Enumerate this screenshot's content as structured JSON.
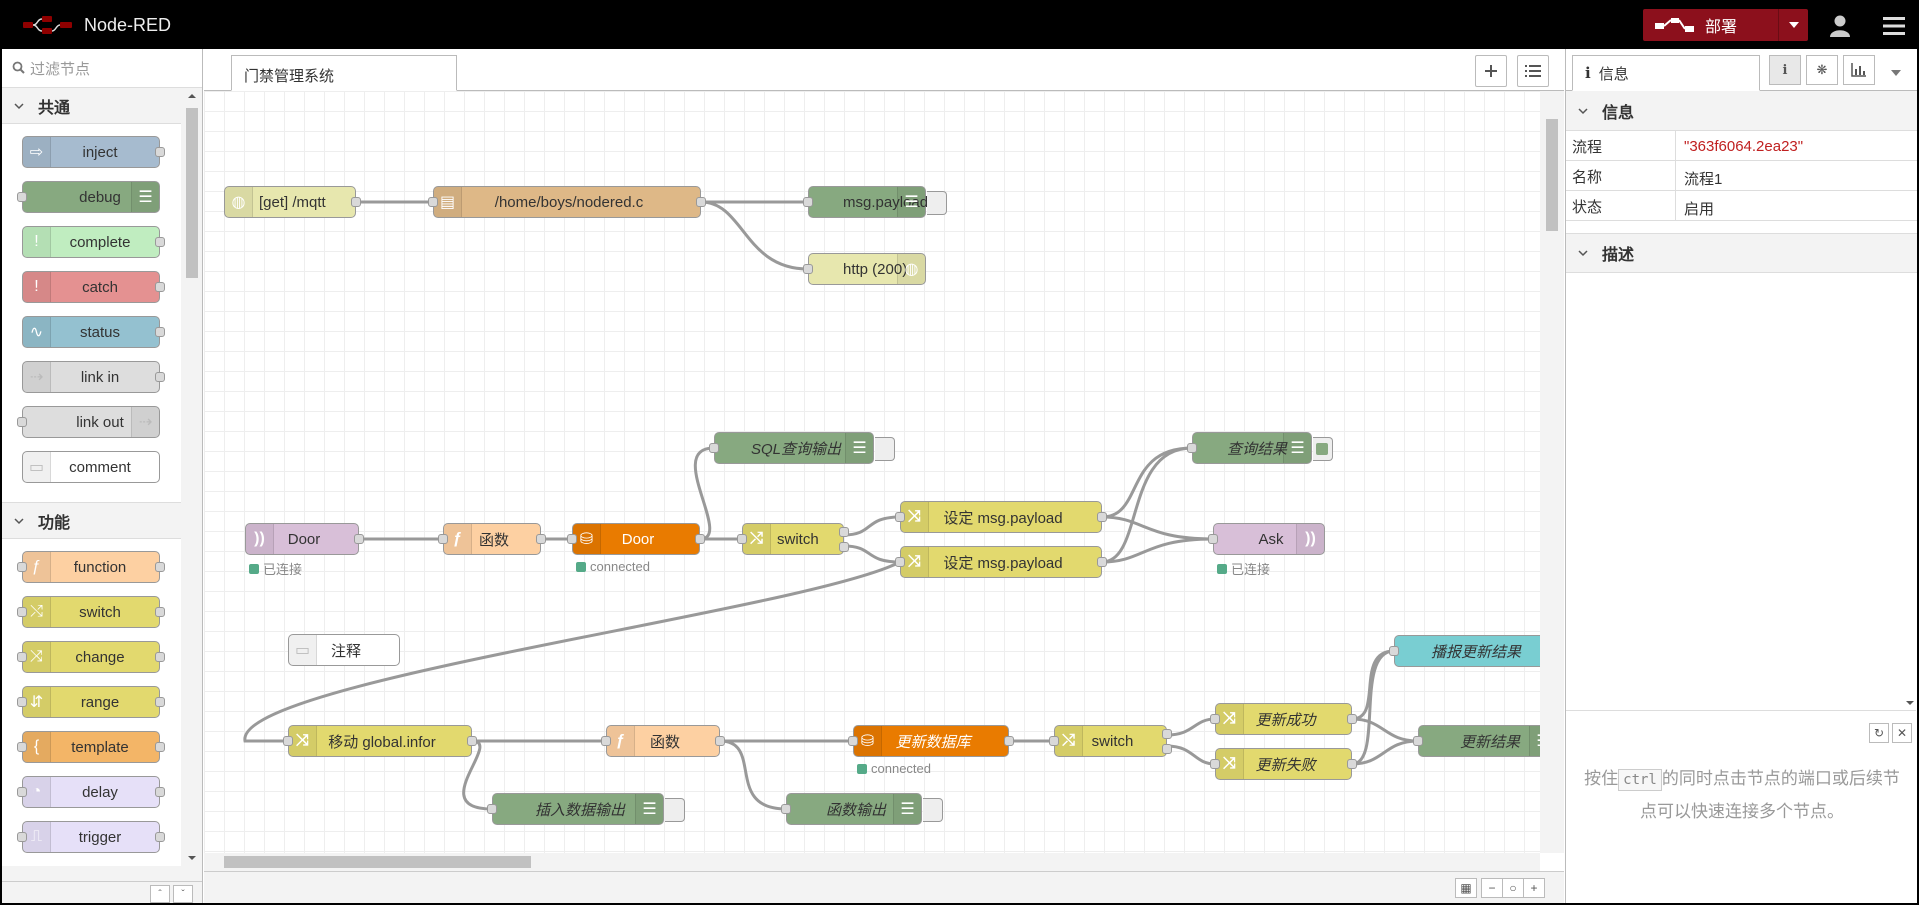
{
  "header": {
    "app_title": "Node-RED",
    "deploy_label": "部署"
  },
  "palette": {
    "search_placeholder": "过滤节点",
    "categories": [
      {
        "name": "共通",
        "nodes": [
          {
            "label": "inject",
            "color": "#a6bbcf",
            "icon": "arrow-in-icon",
            "side": "left"
          },
          {
            "label": "debug",
            "color": "#87a980",
            "icon": "list-icon",
            "side": "right"
          },
          {
            "label": "complete",
            "color": "#c0edc0",
            "icon": "exclaim-icon",
            "side": "left"
          },
          {
            "label": "catch",
            "color": "#e49191",
            "icon": "exclaim-icon",
            "side": "left"
          },
          {
            "label": "status",
            "color": "#94c1d0",
            "icon": "pulse-icon",
            "side": "left"
          },
          {
            "label": "link in",
            "color": "#dddddd",
            "icon": "link-icon",
            "side": "left"
          },
          {
            "label": "link out",
            "color": "#dddddd",
            "icon": "link-icon",
            "side": "right"
          },
          {
            "label": "comment",
            "color": "#ffffff",
            "icon": "comment-icon",
            "side": "left"
          }
        ]
      },
      {
        "name": "功能",
        "nodes": [
          {
            "label": "function",
            "color": "#fdd0a2",
            "icon": "function-icon",
            "side": "left"
          },
          {
            "label": "switch",
            "color": "#e2d96e",
            "icon": "switch-icon",
            "side": "left"
          },
          {
            "label": "change",
            "color": "#e2d96e",
            "icon": "shuffle-icon",
            "side": "left"
          },
          {
            "label": "range",
            "color": "#e2d96e",
            "icon": "range-icon",
            "side": "left"
          },
          {
            "label": "template",
            "color": "#f3b567",
            "icon": "template-icon",
            "side": "left"
          },
          {
            "label": "delay",
            "color": "#e6e0f8",
            "icon": "timer-icon",
            "side": "left"
          },
          {
            "label": "trigger",
            "color": "#e6e0f8",
            "icon": "trigger-icon",
            "side": "left"
          }
        ]
      }
    ]
  },
  "workspace": {
    "tab_label": "门禁管理系统"
  },
  "flow": {
    "nodes": [
      {
        "id": "n1",
        "label": "[get] /mqtt",
        "color": "#e7e7ae",
        "icon": "globe-icon"
      },
      {
        "id": "n2",
        "label": "/home/boys/nodered.c",
        "color": "#deb887",
        "icon": "file-icon"
      },
      {
        "id": "n3",
        "label": "msg.payload",
        "color": "#87a980",
        "icon": "list-icon"
      },
      {
        "id": "n4",
        "label": "http (200)",
        "color": "#e7e7ae",
        "icon": "globe-icon"
      },
      {
        "id": "n5",
        "label": "SQL查询输出",
        "color": "#87a980",
        "icon": "list-icon"
      },
      {
        "id": "n6",
        "label": "查询结果",
        "color": "#87a980",
        "icon": "list-icon"
      },
      {
        "id": "n7",
        "label": "Door",
        "color": "#d8bfd8",
        "icon": "mqtt-icon"
      },
      {
        "id": "n8",
        "label": "函数",
        "color": "#fdd0a2",
        "icon": "function-icon"
      },
      {
        "id": "n9",
        "label": "Door",
        "color": "#e97b00",
        "icon": "database-icon"
      },
      {
        "id": "n10",
        "label": "switch",
        "color": "#e2d96e",
        "icon": "switch-icon"
      },
      {
        "id": "n11",
        "label": "设定 msg.payload",
        "color": "#e2d96e",
        "icon": "shuffle-icon"
      },
      {
        "id": "n12",
        "label": "设定 msg.payload",
        "color": "#e2d96e",
        "icon": "shuffle-icon"
      },
      {
        "id": "n13",
        "label": "Ask",
        "color": "#d8bfd8",
        "icon": "mqtt-icon"
      },
      {
        "id": "n14",
        "label": "注释",
        "color": "#ffffff",
        "icon": "comment-icon"
      },
      {
        "id": "n15",
        "label": "播报更新结果",
        "color": "#79ced2",
        "icon": ""
      },
      {
        "id": "n16",
        "label": "移动 global.infor",
        "color": "#e2d96e",
        "icon": "shuffle-icon"
      },
      {
        "id": "n17",
        "label": "函数",
        "color": "#fdd0a2",
        "icon": "function-icon"
      },
      {
        "id": "n18",
        "label": "更新数据库",
        "color": "#e97b00",
        "icon": "database-icon"
      },
      {
        "id": "n19",
        "label": "switch",
        "color": "#e2d96e",
        "icon": "switch-icon"
      },
      {
        "id": "n20",
        "label": "更新成功",
        "color": "#e2d96e",
        "icon": "shuffle-icon"
      },
      {
        "id": "n21",
        "label": "更新失败",
        "color": "#e2d96e",
        "icon": "shuffle-icon"
      },
      {
        "id": "n22",
        "label": "更新结果",
        "color": "#87a980",
        "icon": "list-icon"
      },
      {
        "id": "n23",
        "label": "插入数据输出",
        "color": "#87a980",
        "icon": "list-icon"
      },
      {
        "id": "n24",
        "label": "函数输出",
        "color": "#87a980",
        "icon": "list-icon"
      }
    ],
    "status": {
      "door_mqtt": "已连接",
      "door_db": "connected",
      "ask": "已连接",
      "update_db": "connected"
    }
  },
  "sidebar": {
    "tab_label": "信息",
    "info_section": "信息",
    "rows": [
      {
        "key": "流程",
        "value": "\"363f6064.2ea23\""
      },
      {
        "key": "名称",
        "value": "流程1"
      },
      {
        "key": "状态",
        "value": "启用"
      }
    ],
    "desc_section": "描述",
    "help_before": "按住",
    "help_key": "ctrl",
    "help_after": "的同时点击节点的端口或后续节点可以快速连接多个节点。"
  }
}
